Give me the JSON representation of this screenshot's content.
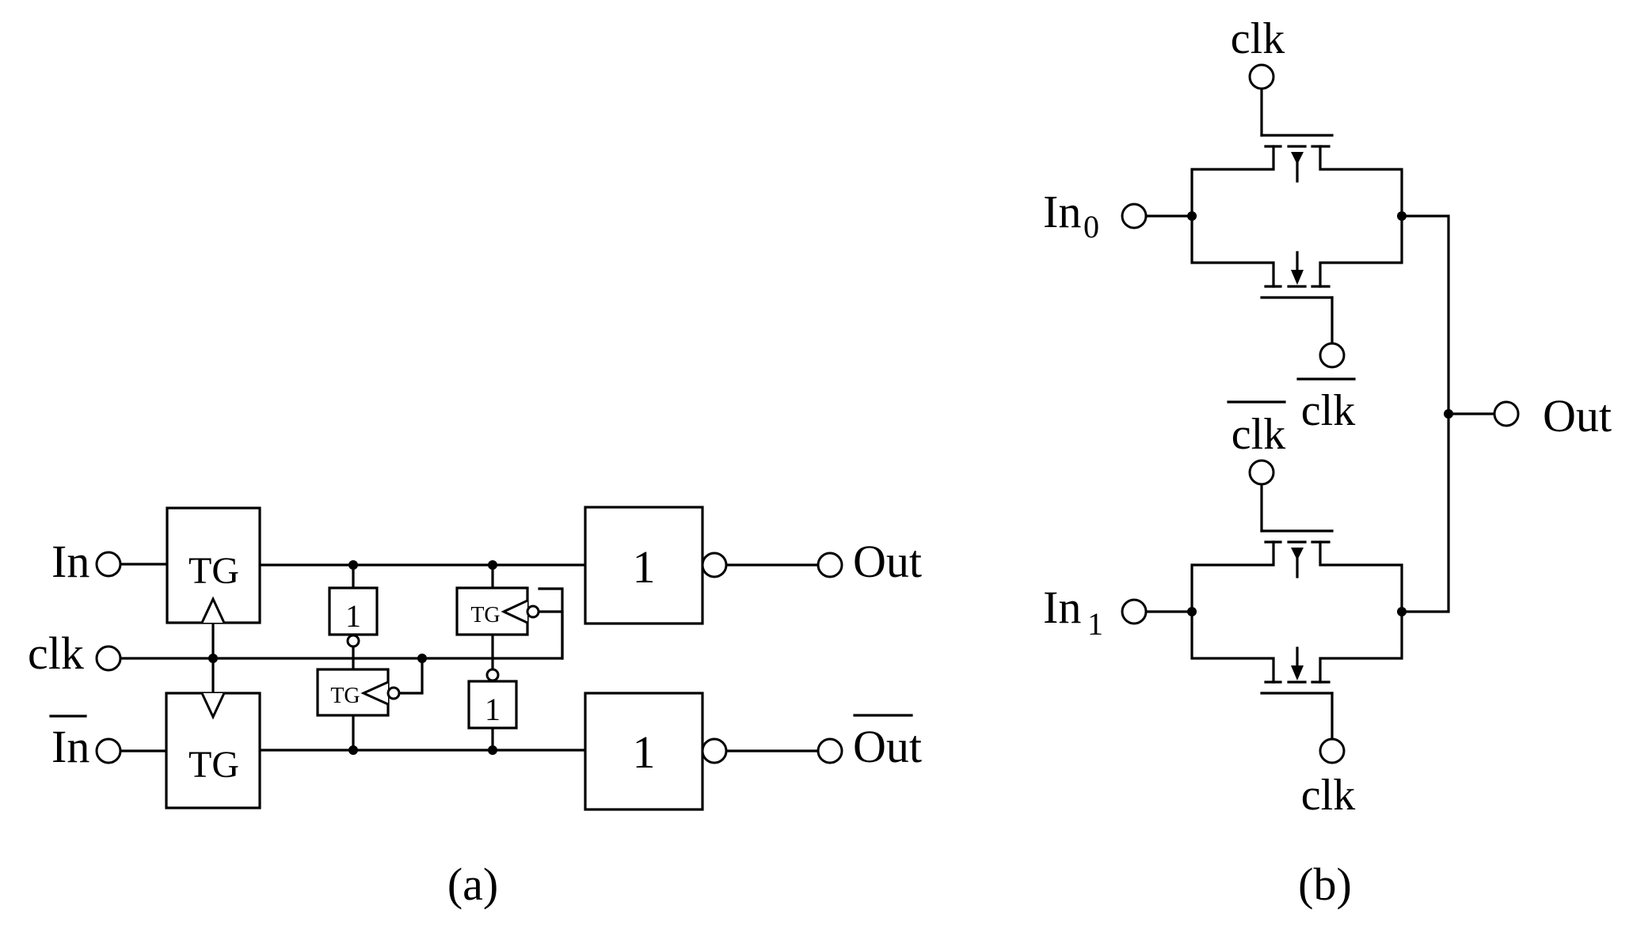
{
  "figure": {
    "panel_a": {
      "caption": "(a)",
      "inputs": {
        "in_label": "In",
        "clk_label": "clk",
        "in_bar_label": "In",
        "in_bar_overline": true
      },
      "outputs": {
        "out_label": "Out",
        "out_bar_label": "Out",
        "out_bar_overline": true
      },
      "blocks": {
        "tg_upper": "TG",
        "tg_lower": "TG",
        "tg_small_left": "TG",
        "tg_small_right": "TG",
        "inv_small_left": "1",
        "inv_small_right": "1",
        "inv_big_upper": "1",
        "inv_big_lower": "1"
      }
    },
    "panel_b": {
      "caption": "(b)",
      "inputs": {
        "in0_main": "In",
        "in0_sub": "0",
        "in1_main": "In",
        "in1_sub": "1"
      },
      "clocks": {
        "top_gate": "clk",
        "upper_bottom_gate": "clk",
        "upper_bottom_gate_overline": true,
        "lower_top_gate": "clk",
        "lower_top_gate_overline": true,
        "bottom_gate": "clk"
      },
      "output": "Out"
    }
  }
}
